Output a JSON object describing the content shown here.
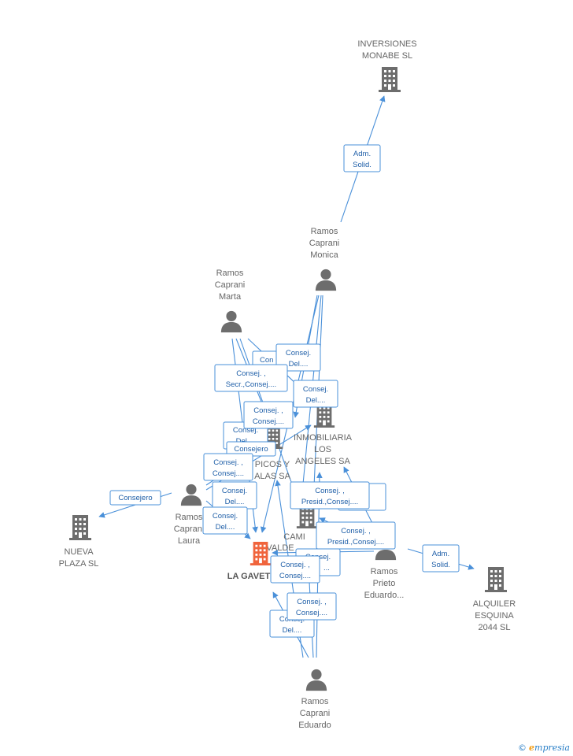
{
  "colors": {
    "edge": "#4a90d9",
    "person": "#6d6d6d",
    "company": "#6d6d6d",
    "main_company": "#f0643c"
  },
  "nodes": [
    {
      "id": "inversiones",
      "type": "company",
      "icon": "building-icon",
      "label": [
        "INVERSIONES",
        "MONABE SL"
      ]
    },
    {
      "id": "monica",
      "type": "person",
      "icon": "person-icon",
      "label": [
        "Ramos",
        "Caprani",
        "Monica"
      ]
    },
    {
      "id": "marta",
      "type": "person",
      "icon": "person-icon",
      "label": [
        "Ramos",
        "Caprani",
        "Marta"
      ]
    },
    {
      "id": "inmobiliaria",
      "type": "company",
      "icon": "building-icon",
      "label": [
        "INMOBILIARIA",
        "LOS",
        "ANGELES SA"
      ]
    },
    {
      "id": "picos",
      "type": "company",
      "icon": "building-icon",
      "label": [
        "PICOS Y",
        "ALAS SA"
      ]
    },
    {
      "id": "laura",
      "type": "person",
      "icon": "person-icon",
      "label": [
        "Ramos",
        "Caprani",
        "Laura"
      ]
    },
    {
      "id": "nueva",
      "type": "company",
      "icon": "building-icon",
      "label": [
        "NUEVA",
        "PLAZA SL"
      ]
    },
    {
      "id": "caminos",
      "type": "company",
      "icon": "building-icon",
      "label": [
        "CAMI",
        "VALDE"
      ]
    },
    {
      "id": "lagaveta",
      "type": "main",
      "icon": "building-icon",
      "label": [
        "LA GAVET"
      ]
    },
    {
      "id": "prieto",
      "type": "person",
      "icon": "person-icon",
      "label": [
        "Ramos",
        "Prieto",
        "Eduardo..."
      ]
    },
    {
      "id": "alquiler",
      "type": "company",
      "icon": "building-icon",
      "label": [
        "ALQUILER",
        "ESQUINA",
        "2044 SL"
      ]
    },
    {
      "id": "eduardo",
      "type": "person",
      "icon": "person-icon",
      "label": [
        "Ramos",
        "Caprani",
        "Eduardo"
      ]
    }
  ],
  "roles": [
    [
      "Adm.",
      "Solid."
    ],
    [
      "Consej.",
      "Del...."
    ],
    [
      "Con"
    ],
    [
      "Consej. ,",
      "Secr.,Consej...."
    ],
    [
      "Consej.",
      "Del...."
    ],
    [
      "Consej. ,",
      "Consej...."
    ],
    [
      "Consej.",
      "Del...."
    ],
    [
      "Consejero"
    ],
    [
      "Consej. ,",
      "Consej...."
    ],
    [
      "Consejero"
    ],
    [
      "Consej.",
      "Del...."
    ],
    [
      "Consej. ,",
      "Presid.,Consej...."
    ],
    [
      "Consej.",
      "Del...."
    ],
    [
      "Consej. ,",
      "Presid.,Consej...."
    ],
    [
      "Adm.",
      "Solid."
    ],
    [
      "Consej. ,",
      "Consej...."
    ],
    [
      "Consej.",
      "..."
    ],
    [
      "Consej. ,",
      "Consej...."
    ],
    [
      "Consej.",
      "Del...."
    ]
  ],
  "brand": {
    "copyright": "©",
    "name": "mpresia",
    "initial": "e"
  }
}
